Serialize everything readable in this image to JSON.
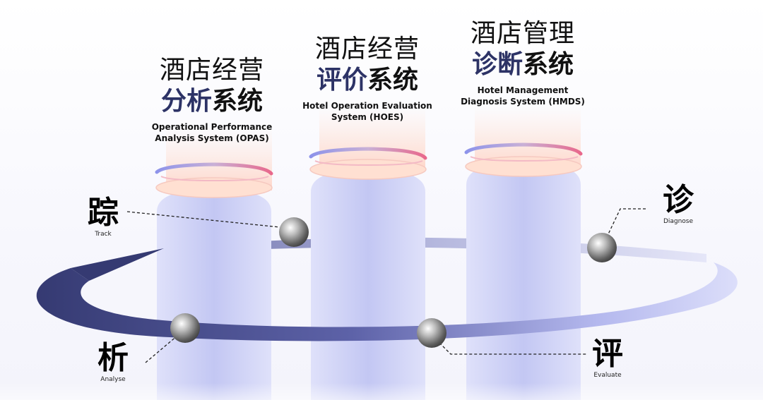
{
  "systems": [
    {
      "title_line1": "酒店经营",
      "title_highlight": "分析",
      "title_rest": "系统",
      "english_line1": "Operational Performance",
      "english_line2": "Analysis System (OPAS)"
    },
    {
      "title_line1": "酒店经营",
      "title_highlight": "评价",
      "title_rest": "系统",
      "english_line1": "Hotel Operation Evaluation",
      "english_line2": "System (HOES)"
    },
    {
      "title_line1": "酒店管理",
      "title_highlight": "诊断",
      "title_rest": "系统",
      "english_line1": "Hotel Management",
      "english_line2": "Diagnosis System (HMDS)"
    }
  ],
  "actions": {
    "track": {
      "zh": "踪",
      "en": "Track"
    },
    "analyse": {
      "zh": "析",
      "en": "Analyse"
    },
    "evaluate": {
      "zh": "评",
      "en": "Evaluate"
    },
    "diagnose": {
      "zh": "诊",
      "en": "Diagnose"
    }
  },
  "colors": {
    "accent_dark": "#2d3366",
    "ring_blue": "#8f95e8",
    "ring_pink": "#e66a8c",
    "pillar": "#c9ccf2",
    "glow": "#ffd6c8"
  }
}
